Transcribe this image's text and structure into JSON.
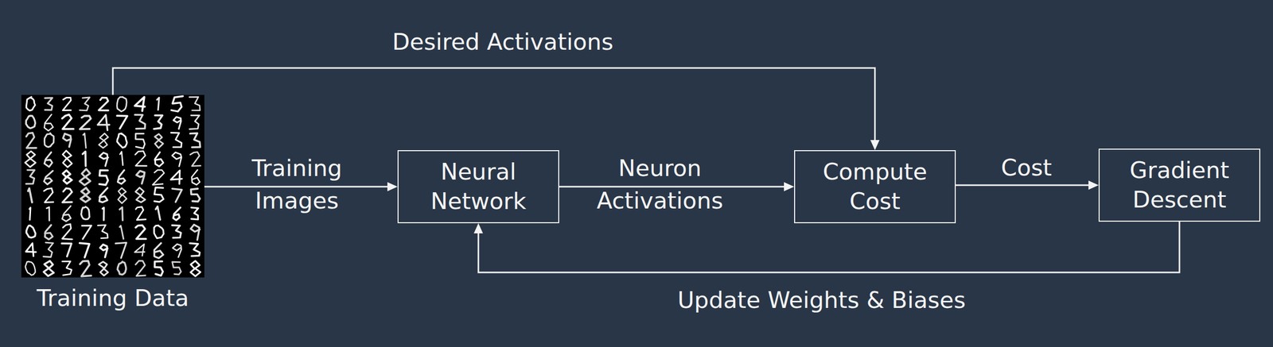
{
  "diagram": {
    "nodes": [
      {
        "text": [
          "Training Data"
        ]
      },
      {
        "text": [
          "Neural Network"
        ]
      },
      {
        "text": [
          "Compute Cost"
        ]
      },
      {
        "text": [
          "Gradient Descent"
        ]
      }
    ],
    "edges": [
      {
        "from": 0,
        "to": 1,
        "label": "Training Images",
        "arrow": "to"
      },
      {
        "from": 1,
        "to": 2,
        "label": "Neuron Activations",
        "arrow": "to"
      },
      {
        "from": 2,
        "to": 3,
        "label": "Cost",
        "arrow": "to"
      },
      {
        "from": 3,
        "to": 1,
        "label": "Update Weights & Biases",
        "arrow": "to"
      },
      {
        "from": 0,
        "to": 2,
        "label": "Desired Activations",
        "arrow": "to"
      }
    ]
  }
}
